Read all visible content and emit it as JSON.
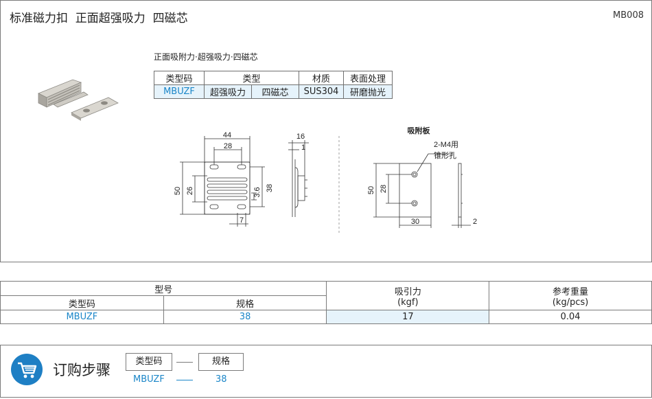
{
  "header": {
    "title": "标准磁力扣  正面超强吸力  四磁芯",
    "code": "MB008"
  },
  "product": {
    "subtitle": "正面吸附力·超强吸力·四磁芯",
    "spec_table": {
      "headers": [
        "类型码",
        "类型",
        "材质",
        "表面处理"
      ],
      "row": [
        "MBUZF",
        "超强吸力",
        "四磁芯",
        "SUS304",
        "研磨抛光"
      ]
    }
  },
  "drawing": {
    "dim_44": "44",
    "dim_28_top": "28",
    "dim_50_left": "50",
    "dim_26": "26",
    "dim_3_6": "3.6",
    "dim_38": "38",
    "dim_7": "7",
    "dim_16": "16",
    "dim_1": "1",
    "plate_label": "吸附板",
    "hole_label_1": "2-M4用",
    "hole_label_2": "锥形孔",
    "dim_50_plate": "50",
    "dim_28_plate": "28",
    "dim_30": "30",
    "dim_2": "2"
  },
  "order_table": {
    "group_header": "型号",
    "col_type": "类型码",
    "col_spec": "规格",
    "col_force_1": "吸引力",
    "col_force_2": "(kgf)",
    "col_weight_1": "参考重量",
    "col_weight_2": "(kg/pcs)",
    "row": {
      "type": "MBUZF",
      "spec": "38",
      "force": "17",
      "weight": "0.04"
    }
  },
  "order_steps": {
    "title": "订购步骤",
    "box1": "类型码",
    "box2": "规格",
    "val1": "MBUZF",
    "val2": "38",
    "accent": "#1e7fc4"
  }
}
